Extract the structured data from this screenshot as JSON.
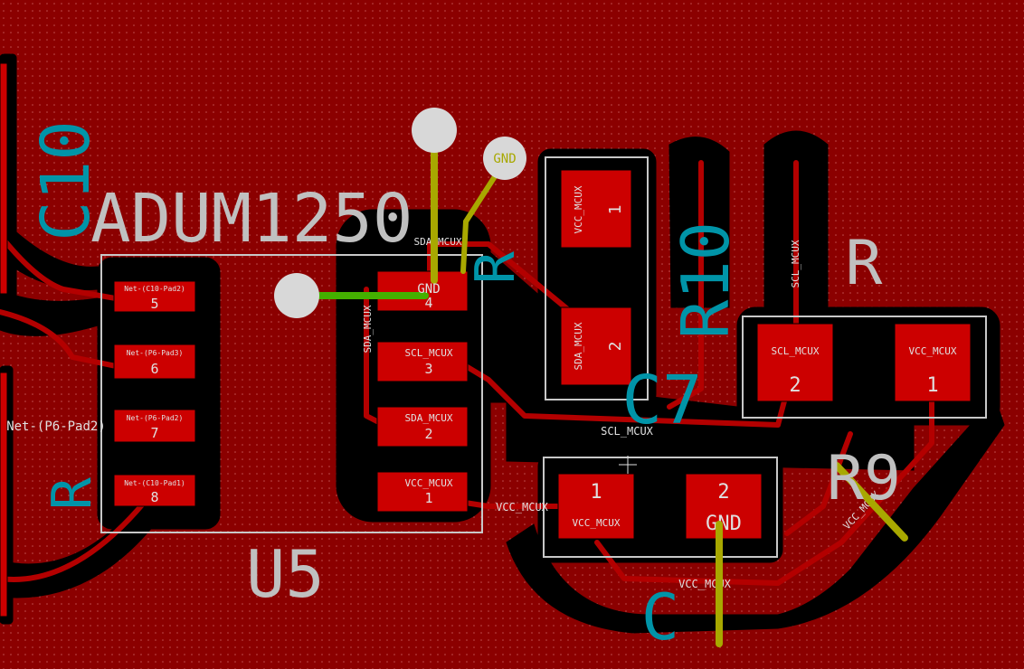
{
  "footprints": {
    "u5": {
      "ref": "U5",
      "value": "ADUM1250"
    },
    "c10": {
      "ref": "C10"
    },
    "c7": {
      "ref": "C7"
    },
    "r10": {
      "ref": "R10"
    },
    "r9": {
      "ref": "R9"
    },
    "r_left": {
      "ref": "R"
    },
    "r_mid": {
      "ref": "R"
    },
    "r_right": {
      "ref": "R"
    },
    "c_bottom": {
      "ref": "C"
    }
  },
  "u5_pads": [
    {
      "num": "5",
      "net": "Net-(C10-Pad2)"
    },
    {
      "num": "6",
      "net": "Net-(P6-Pad3)"
    },
    {
      "num": "7",
      "net": "Net-(P6-Pad2)"
    },
    {
      "num": "8",
      "net": "Net-(C10-Pad1)"
    },
    {
      "num": "4",
      "net": "GND"
    },
    {
      "num": "3",
      "net": "SCL_MCUX"
    },
    {
      "num": "2",
      "net": "SDA_MCUX"
    },
    {
      "num": "1",
      "net": "VCC_MCUX"
    }
  ],
  "r10_pads": [
    {
      "num": "1",
      "net": "VCC_MCUX"
    },
    {
      "num": "2",
      "net": "SDA_MCUX"
    }
  ],
  "r_right_pads": [
    {
      "num": "2",
      "net": "SCL_MCUX"
    },
    {
      "num": "1",
      "net": "VCC_MCUX"
    }
  ],
  "c7_pads": [
    {
      "num": "1",
      "net": "VCC_MCUX"
    },
    {
      "num": "2",
      "net": "GND"
    }
  ],
  "net_labels": {
    "sda_top": "SDA_MCUX",
    "sda_vertical": "SDA_MCUX",
    "scl_mid": "SCL_MCUX",
    "scl_vertical": "SCL_MCUX",
    "vcc_left": "VCC_MCUX",
    "vcc_bottom": "VCC_MCUX",
    "vcc_diag": "VCC_MCUX",
    "p6_pad2": "Net-(P6-Pad2)",
    "gnd_via": "GND"
  },
  "colors": {
    "copper_fill": "#8b0000",
    "track": "#b30000",
    "clearance": "#000000",
    "silkscreen": "#c8c8c8",
    "fab_text": "#0094a8",
    "ratsnest": "#a8a800",
    "airwire": "#44b000",
    "via": "#d8d8d8"
  }
}
